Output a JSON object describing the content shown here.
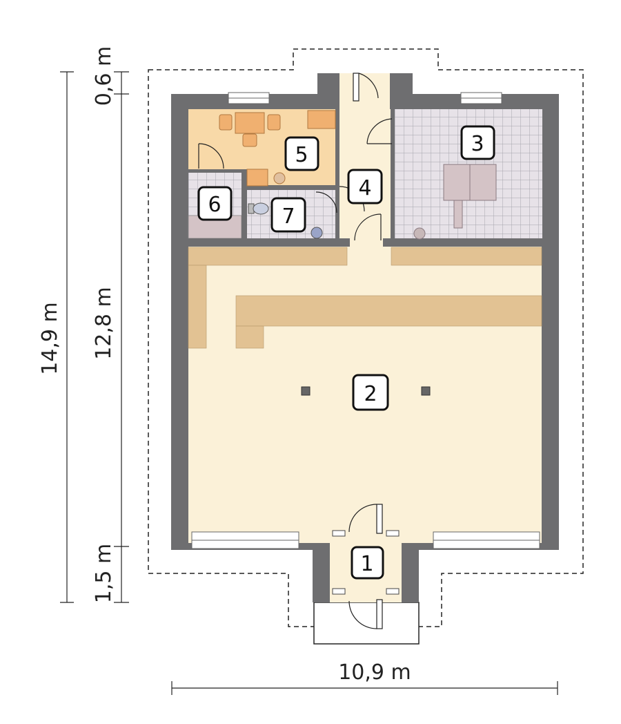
{
  "dimensions": {
    "total_height": "14,9 m",
    "top_offset": "0,6 m",
    "middle_height": "12,8 m",
    "bottom_offset": "1,5 m",
    "total_width": "10,9 m"
  },
  "rooms": [
    {
      "number": "1"
    },
    {
      "number": "2"
    },
    {
      "number": "3"
    },
    {
      "number": "4"
    },
    {
      "number": "5"
    },
    {
      "number": "6"
    },
    {
      "number": "7"
    }
  ],
  "colors": {
    "wall": "#6e6e70",
    "main_floor": "#fbf1d8",
    "counter": "#e2c293",
    "room5_floor": "#f8d9a8",
    "tile_floor": "#e7e2e8",
    "tile_line": "#a6a4ac",
    "outline_dash": "#222222"
  }
}
